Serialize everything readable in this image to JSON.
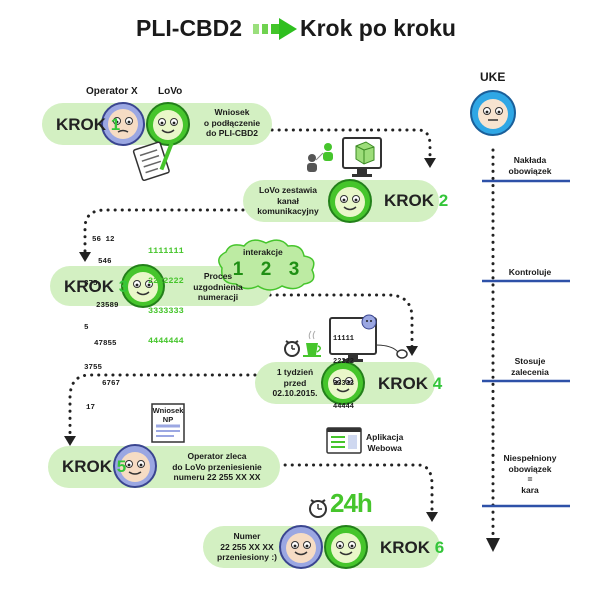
{
  "header": {
    "title_left": "PLI-CBD2",
    "title_right": "Krok po kroku"
  },
  "actors": {
    "operator_x": "Operator X",
    "lovo": "LoVo",
    "uke": "UKE"
  },
  "step_word": "KROK",
  "steps": [
    {
      "number": "1",
      "text": "Wniosek\no podłączenie\ndo PLI-CBD2"
    },
    {
      "number": "2",
      "text": "LoVo zestawia\nkanał\nkomunikacyjny"
    },
    {
      "number": "3",
      "text": "Proces\nuzgodnienia\nnumeracji"
    },
    {
      "number": "4",
      "text": "1 tydzień\nprzed\n02.10.2015."
    },
    {
      "number": "5",
      "text": "Operator zleca\ndo LoVo przeniesienie\nnumeru 22 255 XX XX"
    },
    {
      "number": "6",
      "text": "Numer\n22 255 XX XX\nprzeniesiony :)"
    }
  ],
  "interactions": {
    "label": "interakcje",
    "items": [
      "1",
      "2",
      "3"
    ]
  },
  "numbers": {
    "scatter": [
      "56 12",
      "546",
      "375",
      "23589",
      "5 ",
      "47855",
      "3755",
      "6767",
      "17"
    ],
    "green_block": [
      "1111111",
      "2222222",
      "3333333",
      "4444444"
    ],
    "monitor_block": [
      "11111",
      "22222",
      "33333",
      "44444"
    ]
  },
  "document_label": "Wniosek\nNP",
  "web_app_label": "Aplikacja\nWebowa",
  "badge_24h": "24h",
  "uke_timeline": [
    "Nakłada\nobowiązek",
    "Kontroluje",
    "Stosuje\nzalecenia",
    "Niespełniony\nobowiązek\n=\nkara"
  ],
  "colors": {
    "pill": "#d3f0c2",
    "green_face": "#46c52c",
    "operator_face": "#9ba7e2",
    "uke_face": "#2fa7e5",
    "accent_green": "#34c53a",
    "line_blue": "#2e51a8"
  }
}
